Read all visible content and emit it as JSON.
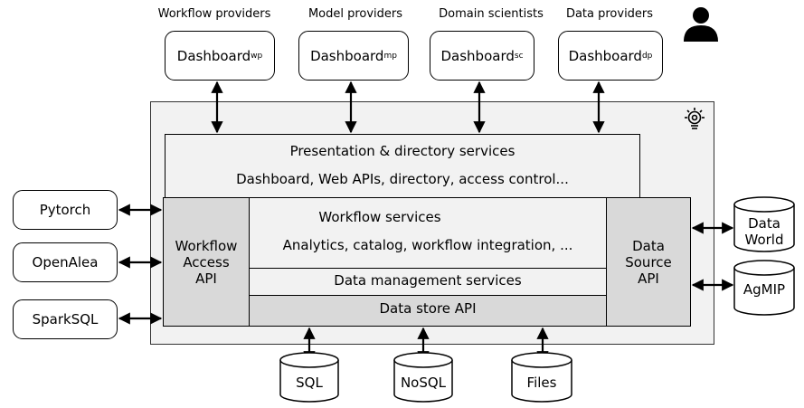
{
  "roles": [
    "Workflow providers",
    "Model providers",
    "Domain scientists",
    "Data providers"
  ],
  "dashboards": [
    {
      "label": "Dashboard",
      "sub": "wp"
    },
    {
      "label": "Dashboard",
      "sub": "mp"
    },
    {
      "label": "Dashboard",
      "sub": "sc"
    },
    {
      "label": "Dashboard",
      "sub": "dp"
    }
  ],
  "presentation": {
    "title": "Presentation & directory services",
    "detail": "Dashboard, Web APIs, directory, access control..."
  },
  "workflow_access": {
    "line1": "Workflow",
    "line2": "Access",
    "line3": "API"
  },
  "workflow_services": {
    "title": "Workflow services",
    "detail": "Analytics, catalog, workflow integration, ..."
  },
  "data_management": "Data management services",
  "data_store": "Data store API",
  "data_source": {
    "line1": "Data",
    "line2": "Source",
    "line3": "API"
  },
  "libraries": [
    "Pytorch",
    "OpenAlea",
    "SparkSQL"
  ],
  "external_sources": [
    {
      "line1": "Data",
      "line2": "World"
    },
    {
      "line1": "AgMIP",
      "line2": ""
    }
  ],
  "stores": [
    "SQL",
    "NoSQL",
    "Files"
  ],
  "icons": {
    "user": "user-icon",
    "bulb": "lightbulb-gear-icon"
  }
}
